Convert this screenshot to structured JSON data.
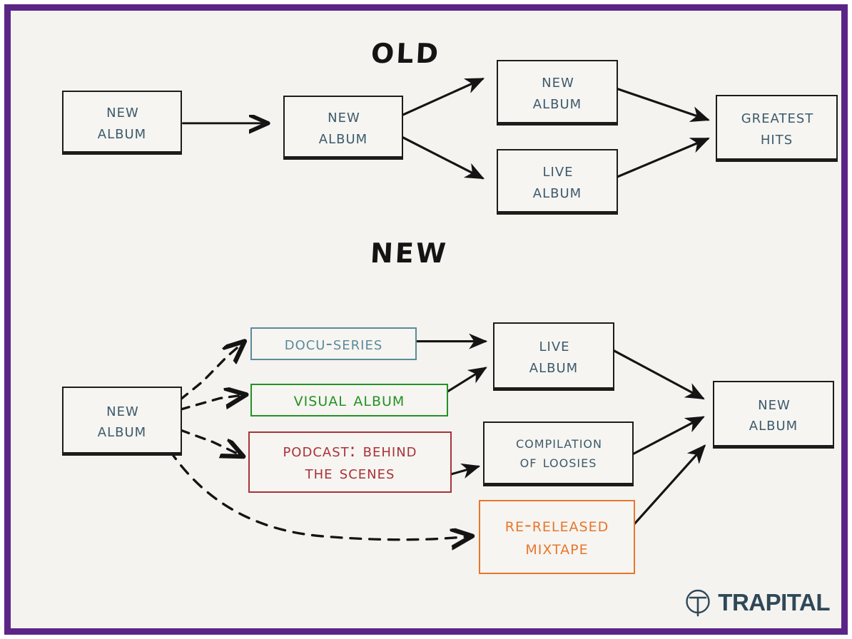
{
  "diagram": {
    "title_old": "OLD",
    "title_new": "NEW",
    "background_color": "#f4f3ef",
    "border_color": "#5b2487",
    "ink_color": "#3d5a6c",
    "outline_color": "#1c1c1c"
  },
  "old_section": {
    "heading": "OLD",
    "nodes": [
      {
        "id": "old-new-album-1",
        "lines": [
          "New",
          "Album"
        ],
        "style": "ink"
      },
      {
        "id": "old-new-album-2",
        "lines": [
          "New",
          "Album"
        ],
        "style": "ink"
      },
      {
        "id": "old-new-album-3",
        "lines": [
          "New",
          "Album"
        ],
        "style": "ink"
      },
      {
        "id": "old-live-album",
        "lines": [
          "Live",
          "Album"
        ],
        "style": "ink"
      },
      {
        "id": "old-greatest-hits",
        "lines": [
          "Greatest",
          "Hits"
        ],
        "style": "ink"
      }
    ],
    "edges": [
      {
        "from": "old-new-album-1",
        "to": "old-new-album-2",
        "style": "solid"
      },
      {
        "from": "old-new-album-2",
        "to": "old-new-album-3",
        "style": "solid"
      },
      {
        "from": "old-new-album-2",
        "to": "old-live-album",
        "style": "solid"
      },
      {
        "from": "old-new-album-3",
        "to": "old-greatest-hits",
        "style": "solid"
      },
      {
        "from": "old-live-album",
        "to": "old-greatest-hits",
        "style": "solid"
      }
    ]
  },
  "new_section": {
    "heading": "NEW",
    "nodes": [
      {
        "id": "new-new-album-source",
        "lines": [
          "New",
          "Album"
        ],
        "style": "ink",
        "color": "#3d5a6c"
      },
      {
        "id": "new-docu-series",
        "lines": [
          "Docu-series"
        ],
        "style": "teal",
        "color": "#5d8a9a"
      },
      {
        "id": "new-visual-album",
        "lines": [
          "Visual Album"
        ],
        "style": "green",
        "color": "#249124"
      },
      {
        "id": "new-podcast",
        "lines": [
          "Podcast: Behind",
          "the Scenes"
        ],
        "style": "red",
        "color": "#a8323a"
      },
      {
        "id": "new-re-released-mixtape",
        "lines": [
          "Re-released",
          "Mixtape"
        ],
        "style": "orange",
        "color": "#e8762c"
      },
      {
        "id": "new-live-album",
        "lines": [
          "Live",
          "Album"
        ],
        "style": "ink",
        "color": "#3d5a6c"
      },
      {
        "id": "new-compilation",
        "lines": [
          "Compilation",
          "of Loosies"
        ],
        "style": "ink",
        "color": "#3d5a6c"
      },
      {
        "id": "new-new-album-result",
        "lines": [
          "New",
          "Album"
        ],
        "style": "ink",
        "color": "#3d5a6c"
      }
    ],
    "edges": [
      {
        "from": "new-new-album-source",
        "to": "new-docu-series",
        "style": "dashed"
      },
      {
        "from": "new-new-album-source",
        "to": "new-visual-album",
        "style": "dashed"
      },
      {
        "from": "new-new-album-source",
        "to": "new-podcast",
        "style": "dashed"
      },
      {
        "from": "new-new-album-source",
        "to": "new-re-released-mixtape",
        "style": "dashed"
      },
      {
        "from": "new-docu-series",
        "to": "new-live-album",
        "style": "solid"
      },
      {
        "from": "new-visual-album",
        "to": "new-live-album",
        "style": "solid"
      },
      {
        "from": "new-podcast",
        "to": "new-compilation",
        "style": "solid"
      },
      {
        "from": "new-live-album",
        "to": "new-new-album-result",
        "style": "solid"
      },
      {
        "from": "new-compilation",
        "to": "new-new-album-result",
        "style": "solid"
      },
      {
        "from": "new-re-released-mixtape",
        "to": "new-new-album-result",
        "style": "solid"
      }
    ]
  },
  "logo": {
    "brand": "TRAPITAL",
    "mark": "t-in-circle-icon",
    "color": "#2f4858"
  }
}
